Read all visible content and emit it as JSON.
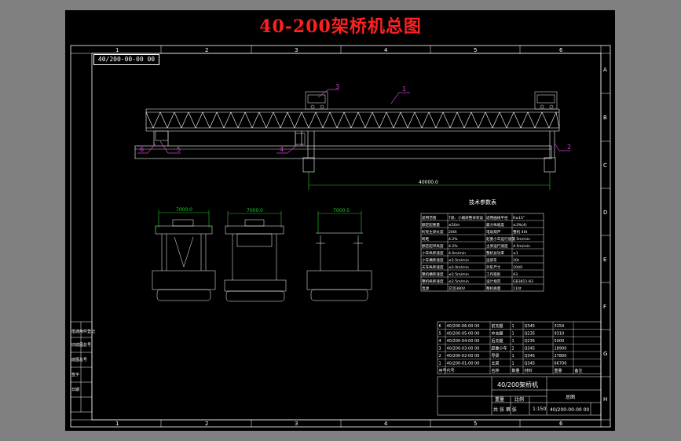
{
  "title": "40-200架桥机总图",
  "drawing_number_rotated": "40/200-00-00 00",
  "grid": {
    "columns": [
      "1",
      "2",
      "3",
      "4",
      "5",
      "6"
    ],
    "rows": [
      "A",
      "B",
      "C",
      "D",
      "E",
      "F",
      "G",
      "H"
    ]
  },
  "callouts": [
    "1",
    "2",
    "3",
    "4",
    "5",
    "6"
  ],
  "dimensions": {
    "span": "40000.0",
    "section_a": "7000.0",
    "section_b": "7000.0",
    "section_c": "7000.0"
  },
  "tech_table": {
    "title": "技术参数表",
    "rows": [
      [
        "适用范围",
        "T梁、小箱梁整体架设",
        "适用曲线半径",
        "R≥15°"
      ],
      [
        "额定起重量",
        "≤50m",
        "最大纵坡度",
        "≤3%(4)"
      ],
      [
        "桁架主梁长度",
        "200t",
        "电动葫芦",
        "整机 40t"
      ],
      [
        "跨距",
        "4.2%",
        "起重小车运行速度",
        "7.5m/min"
      ],
      [
        "额定起吊高度",
        "4.2%",
        "主梁运行速度",
        "4.5m/min"
      ],
      [
        "小车纵移速度",
        "4.0m/min",
        "整机总功率",
        "≥1"
      ],
      [
        "小车横移速度",
        "≤2.5m/min",
        "运梁车",
        "10t"
      ],
      [
        "天车纵移速度",
        "≤2.0m/min",
        "外形尺寸",
        "10t/0"
      ],
      [
        "整机横移速度",
        "≤2.5m/min",
        "工作级别",
        "A3"
      ],
      [
        "整机纵移速度",
        "≤2.5m/min",
        "设计规范",
        "GB3811-83"
      ],
      [
        "电源",
        "交流380V",
        "整机质量",
        "110t"
      ]
    ]
  },
  "parts_list": [
    [
      "6",
      "40/200-06-00 00",
      "前支腿",
      "1",
      "Q345",
      "3154"
    ],
    [
      "5",
      "40/200-05-00 00",
      "中支腿",
      "1",
      "Q235",
      "9310"
    ],
    [
      "4",
      "40/200-04-00 00",
      "后支腿",
      "1",
      "Q235",
      "5000"
    ],
    [
      "3",
      "40/200-03-00 00",
      "起重小车",
      "2",
      "Q345",
      "18900"
    ],
    [
      "2",
      "40/200-02-00 00",
      "导梁",
      "1",
      "Q345",
      "27800"
    ],
    [
      "1",
      "40/200-01-00 00",
      "主梁",
      "1",
      "Q345",
      "66700"
    ]
  ],
  "parts_header": [
    "序号",
    "代号",
    "名称",
    "数量",
    "材料",
    "重量",
    "备注"
  ],
  "title_block": {
    "name": "40/200架桥机",
    "drawing_type": "总图",
    "drawing_no": "40/200-00-00 00",
    "scale_label": "比例",
    "scale": "1:150",
    "weight_label": "重量",
    "sheet_label": "共 张 第 张"
  },
  "left_stamp": [
    "借通用件登记",
    "旧底图总号",
    "底图总号",
    "签字",
    "日期"
  ]
}
